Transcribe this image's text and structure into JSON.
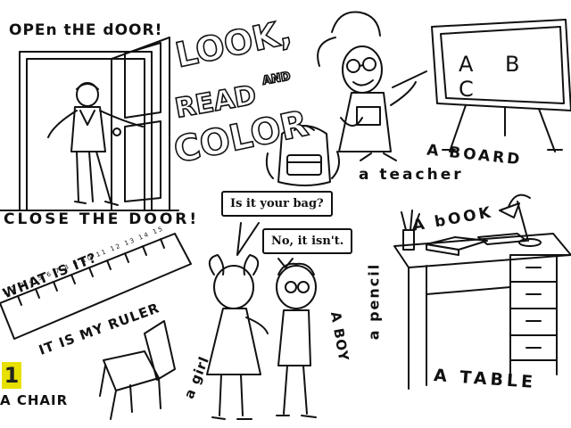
{
  "title": {
    "line1": "LOOK,",
    "line2": "READ",
    "and": "AND",
    "line3": "COLOR"
  },
  "labels": {
    "open_door": "OPEn tHE dOOR!",
    "close_door": "CLOSE THE DOOR!",
    "what_is_it": "WHAT IS IT?",
    "my_ruler": "IT IS MY RULER",
    "chair": "A CHAIR",
    "girl": "a girl",
    "boy": "A BOY",
    "teacher": "a teacher",
    "board": "A BOARD",
    "book": "A bOOK",
    "pencil": "a pencil",
    "table": "A TABLE"
  },
  "board_text": "A B C",
  "bubbles": {
    "question": "Is it your bag?",
    "answer": "No, it isn't."
  },
  "ruler_numbers": "1 2 3 4 5 6 7 8 9 10 11 12 13 14 15",
  "page_badge": "1",
  "icons": [
    "door-icon",
    "backpack-icon",
    "teacher-figure",
    "chalkboard-icon",
    "desk-icon",
    "lamp-icon",
    "chair-icon",
    "ruler-icon",
    "girl-figure",
    "boy-figure",
    "book-icon",
    "pencil-cup-icon"
  ]
}
